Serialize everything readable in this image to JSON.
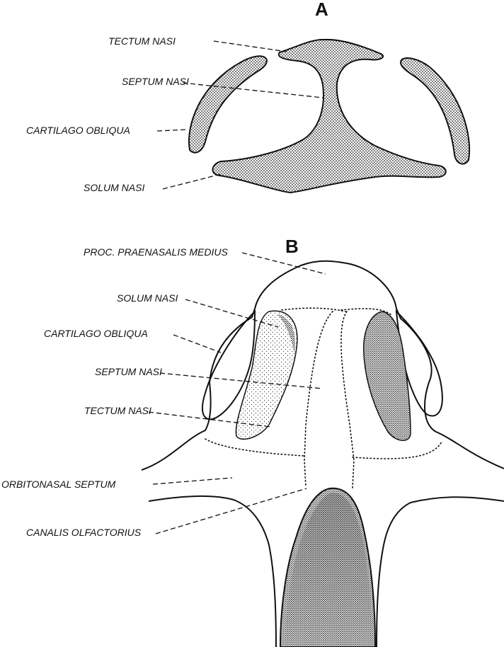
{
  "panels": {
    "a": "A",
    "b": "B"
  },
  "labels_a": {
    "tectum_nasi": "TECTUM NASI",
    "septum_nasi": "SEPTUM NASI",
    "cartilago_obliqua": "CARTILAGO OBLIQUA",
    "solum_nasi": "SOLUM NASI"
  },
  "labels_b": {
    "proc_praenasalis_medius": "PROC. PRAENASALIS MEDIUS",
    "solum_nasi": "SOLUM NASI",
    "cartilago_obliqua": "CARTILAGO OBLIQUA",
    "septum_nasi": "SEPTUM NASI",
    "tectum_nasi": "TECTUM NASI",
    "orbitonasal_septum": "ORBITONASAL SEPTUM",
    "canalis_olfactorius": "CANALIS OLFACTORIUS"
  }
}
